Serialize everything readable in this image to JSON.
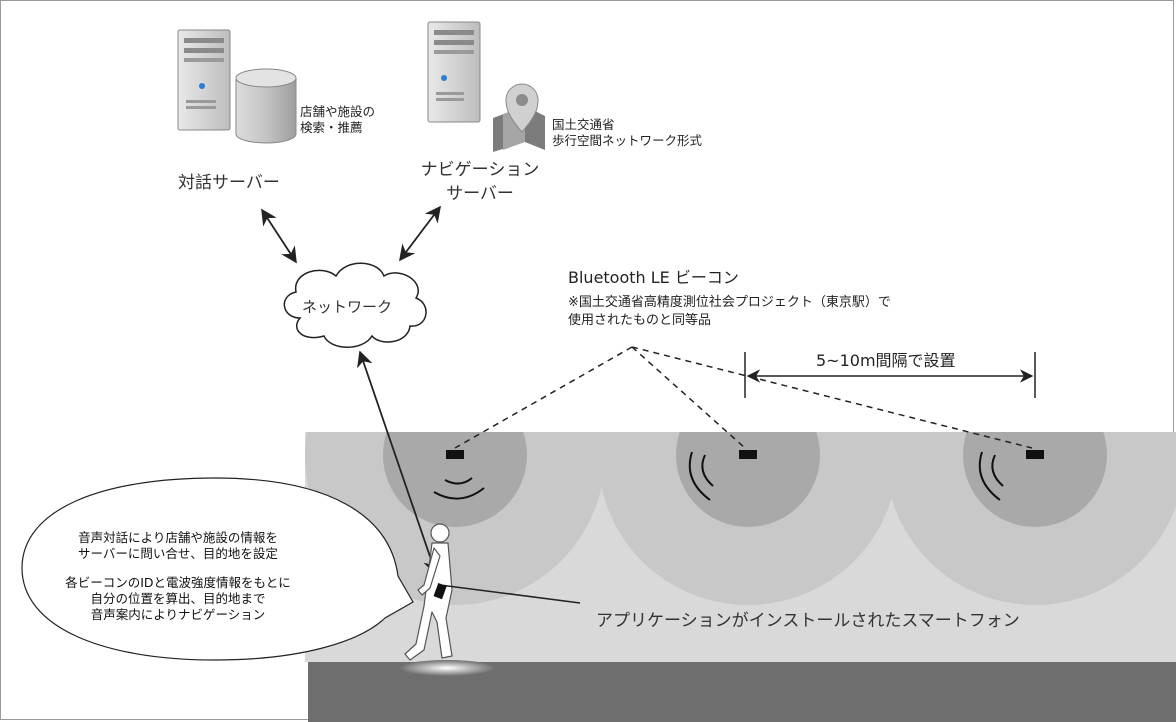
{
  "servers": {
    "dialog": {
      "label": "対話サーバー",
      "note_line1": "店舗や施設の",
      "note_line2": "検索・推薦"
    },
    "navigation": {
      "label_line1": "ナビゲーション",
      "label_line2": "サーバー",
      "note_line1": "国土交通省",
      "note_line2": "歩行空間ネットワーク形式"
    }
  },
  "network": {
    "label": "ネットワーク"
  },
  "beacon": {
    "title": "Bluetooth LE ビーコン",
    "note_line1": "※国土交通省高精度測位社会プロジェクト（東京駅）で",
    "note_line2": "使用されたものと同等品",
    "interval": "5~10m間隔で設置"
  },
  "app_label": "アプリケーションがインストールされたスマートフォン",
  "bubble": {
    "line1": "音声対話により店舗や施設の情報を",
    "line2": "サーバーに問い合せ、目的地を設定",
    "line3": "各ビーコンのIDと電波強度情報をもとに",
    "line4": "自分の位置を算出、目的地まで",
    "line5": "音声案内によりナビゲーション"
  },
  "colors": {
    "background_band": "#d9d9d9",
    "outer_circle": "#c8c8c8",
    "inner_circle": "#a9a9a9",
    "floor": "#6e6e6e",
    "beacon": "#111111",
    "line": "#222222"
  }
}
